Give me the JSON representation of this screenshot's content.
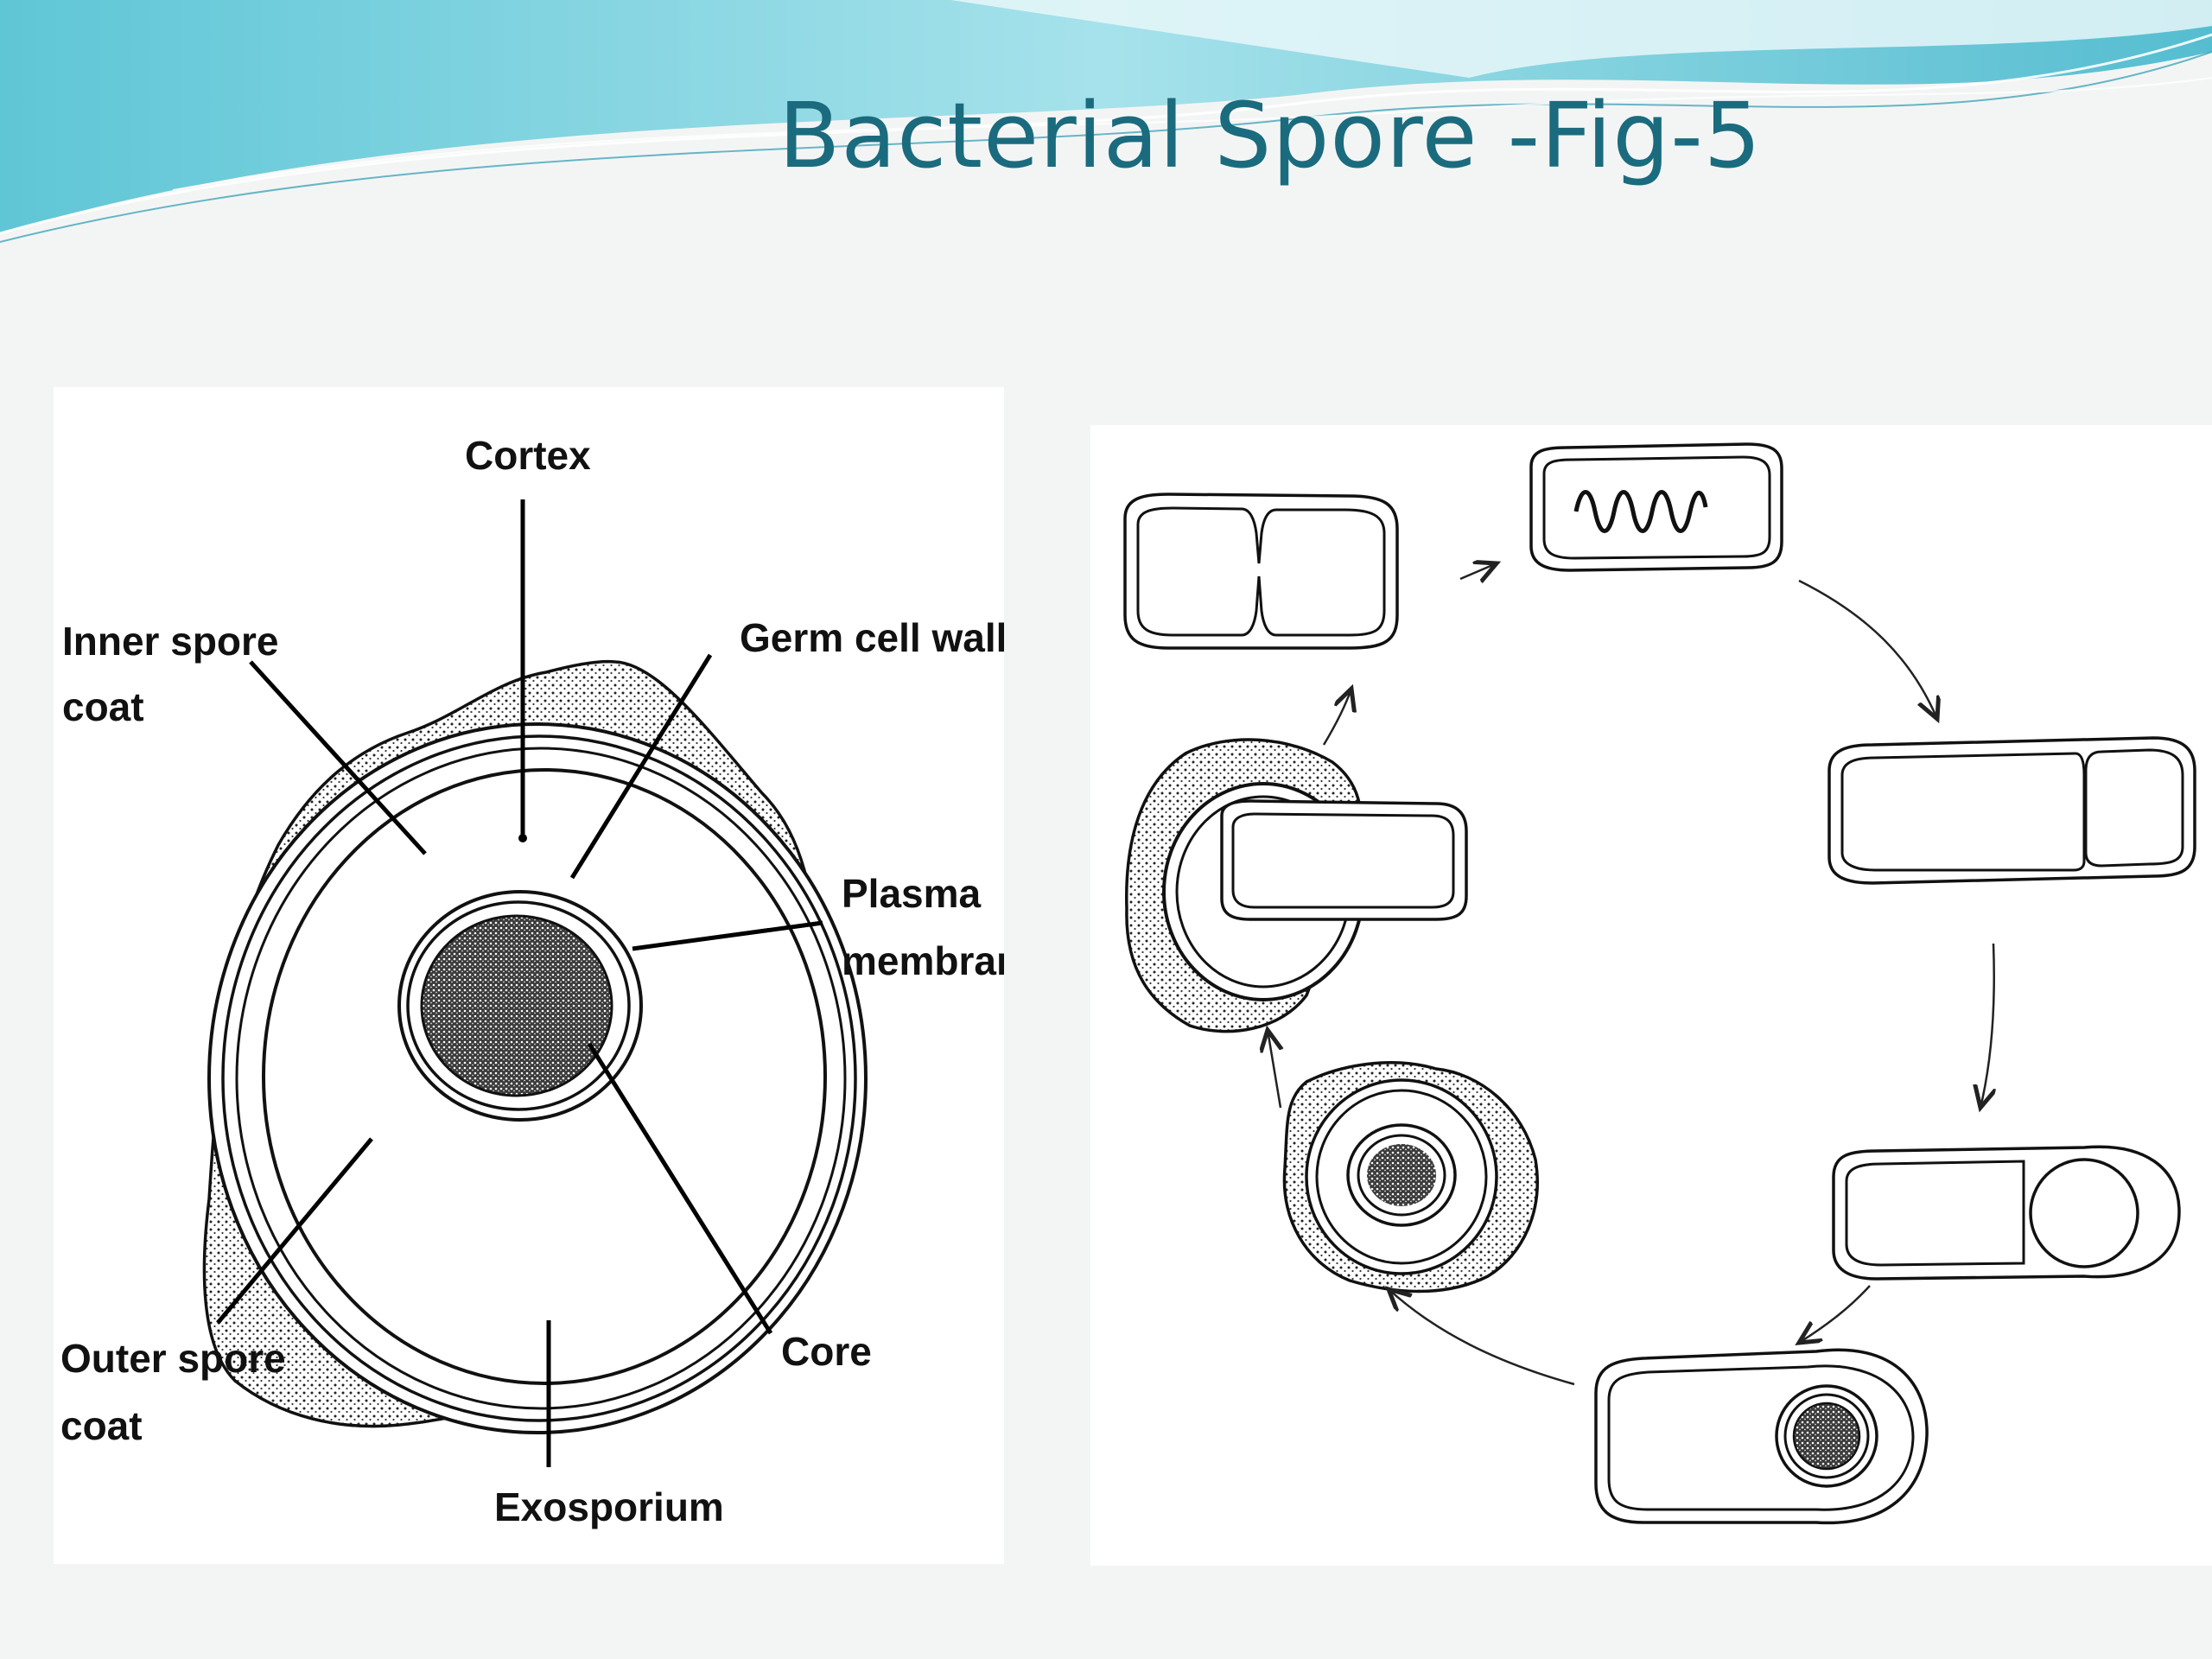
{
  "slide": {
    "title": "Bacterial Spore -Fig-5",
    "colors": {
      "title": "#1b6b7e",
      "wave_light": "#9fe0ea",
      "wave_dark": "#4fb8cc"
    }
  },
  "spore_structure": {
    "labels": {
      "cortex": "Cortex",
      "inner_spore_coat": [
        "Inner spore",
        "coat"
      ],
      "germ_cell_wall": "Germ cell wall",
      "plasma_membrane": [
        "Plasma",
        "membrane"
      ],
      "core": "Core",
      "outer_spore_coat": [
        "Outer spore",
        "coat"
      ],
      "exosporium": "Exosporium"
    }
  },
  "sporulation_cycle": {
    "stages": [
      "dividing-cell",
      "vegetative-cell-with-chromosome",
      "septum-formation",
      "forespore-engulfment",
      "mature-spore-in-sporangium",
      "free-spore",
      "germinating-spore"
    ]
  }
}
